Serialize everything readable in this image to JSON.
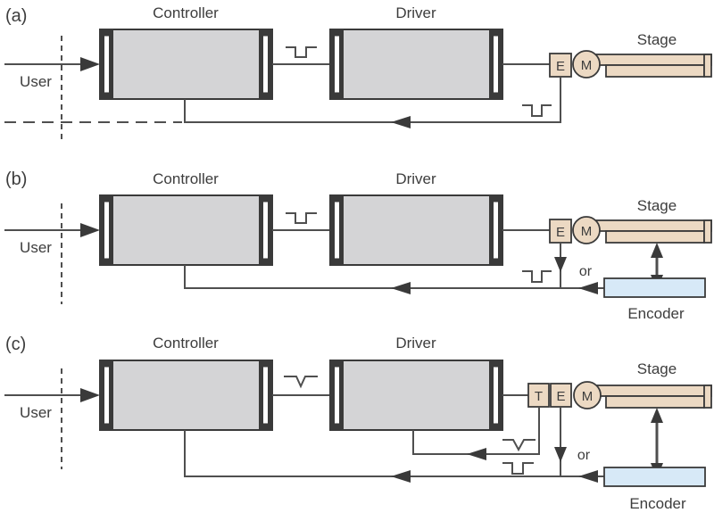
{
  "colors": {
    "box_fill": "#d4d4d6",
    "dark": "#3a3a3a",
    "line": "#4f4f4f",
    "component_tan": "#ecd9c3",
    "encoder_blue": "#d7e9f7",
    "text": "#3d3d3d",
    "background": "#ffffff"
  },
  "panels": [
    {
      "label": "(a)",
      "user": "User",
      "controller": "Controller",
      "driver": "Driver",
      "stage": "Stage",
      "e": "E",
      "m": "M"
    },
    {
      "label": "(b)",
      "user": "User",
      "controller": "Controller",
      "driver": "Driver",
      "stage": "Stage",
      "e": "E",
      "m": "M",
      "or": "or",
      "encoder": "Encoder"
    },
    {
      "label": "(c)",
      "user": "User",
      "controller": "Controller",
      "driver": "Driver",
      "stage": "Stage",
      "t": "T",
      "e": "E",
      "m": "M",
      "or": "or",
      "encoder": "Encoder"
    }
  ]
}
